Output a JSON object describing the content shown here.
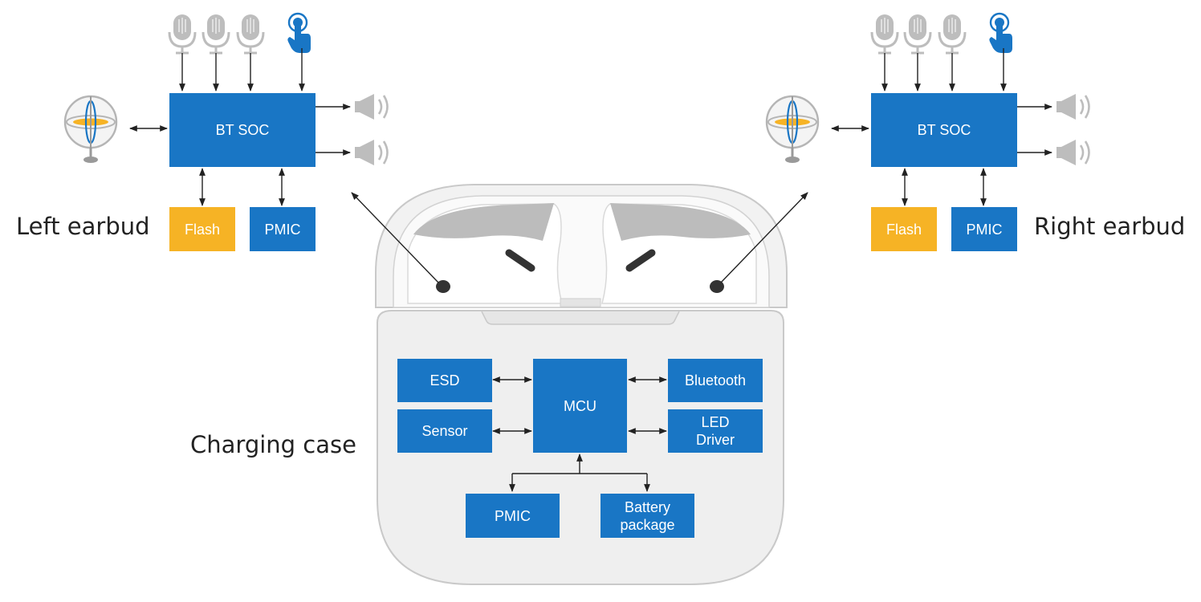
{
  "labels": {
    "left_earbud": "Left earbud",
    "right_earbud": "Right earbud",
    "charging_case": "Charging case"
  },
  "left_earbud": {
    "soc": "BT SOC",
    "flash": "Flash",
    "pmic": "PMIC"
  },
  "right_earbud": {
    "soc": "BT SOC",
    "flash": "Flash",
    "pmic": "PMIC"
  },
  "case_blocks": {
    "esd": "ESD",
    "sensor": "Sensor",
    "mcu": "MCU",
    "bluetooth": "Bluetooth",
    "led_driver": "LED\nDriver",
    "pmic": "PMIC",
    "battery": "Battery\npackage"
  },
  "colors": {
    "block_blue": "#1976c5",
    "flash_amber": "#f6b325",
    "icon_gray": "#bdbdbd",
    "touch_blue": "#1976c5",
    "case_fill": "#efefef",
    "case_stroke": "#c9c9c9"
  },
  "icons": [
    "microphone-icon",
    "touch-hand-icon",
    "speaker-icon",
    "gyroscope-sensor-icon",
    "earbud-icon"
  ]
}
